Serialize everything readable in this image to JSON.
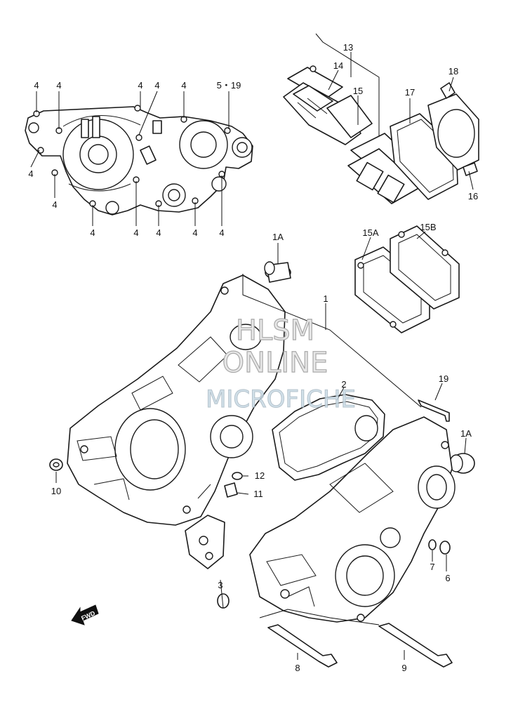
{
  "callouts": [
    {
      "id": "c4a",
      "text": "4"
    },
    {
      "id": "c4b",
      "text": "4"
    },
    {
      "id": "c4c",
      "text": "4"
    },
    {
      "id": "c4d",
      "text": "4"
    },
    {
      "id": "c4e",
      "text": "4"
    },
    {
      "id": "c519",
      "text": "5・19"
    },
    {
      "id": "c4f",
      "text": "4"
    },
    {
      "id": "c4g",
      "text": "4"
    },
    {
      "id": "c4h",
      "text": "4"
    },
    {
      "id": "c4i",
      "text": "4"
    },
    {
      "id": "c4j",
      "text": "4"
    },
    {
      "id": "c4k",
      "text": "4"
    },
    {
      "id": "c4l",
      "text": "4"
    },
    {
      "id": "c13",
      "text": "13"
    },
    {
      "id": "c14",
      "text": "14"
    },
    {
      "id": "c15",
      "text": "15"
    },
    {
      "id": "c17",
      "text": "17"
    },
    {
      "id": "c18",
      "text": "18"
    },
    {
      "id": "c16",
      "text": "16"
    },
    {
      "id": "c15a",
      "text": "15A"
    },
    {
      "id": "c15b",
      "text": "15B"
    },
    {
      "id": "c1a1",
      "text": "1A"
    },
    {
      "id": "c1",
      "text": "1"
    },
    {
      "id": "c2",
      "text": "2"
    },
    {
      "id": "c19",
      "text": "19"
    },
    {
      "id": "c1a2",
      "text": "1A"
    },
    {
      "id": "c10",
      "text": "10"
    },
    {
      "id": "c12",
      "text": "12"
    },
    {
      "id": "c11",
      "text": "11"
    },
    {
      "id": "c3",
      "text": "3"
    },
    {
      "id": "c7",
      "text": "7"
    },
    {
      "id": "c6",
      "text": "6"
    },
    {
      "id": "c8",
      "text": "8"
    },
    {
      "id": "c9",
      "text": "9"
    }
  ],
  "watermark": {
    "line1": "HLSM",
    "line2": "ONLINE",
    "line3": "MICROFICHE"
  },
  "fwd_label": "FWD"
}
